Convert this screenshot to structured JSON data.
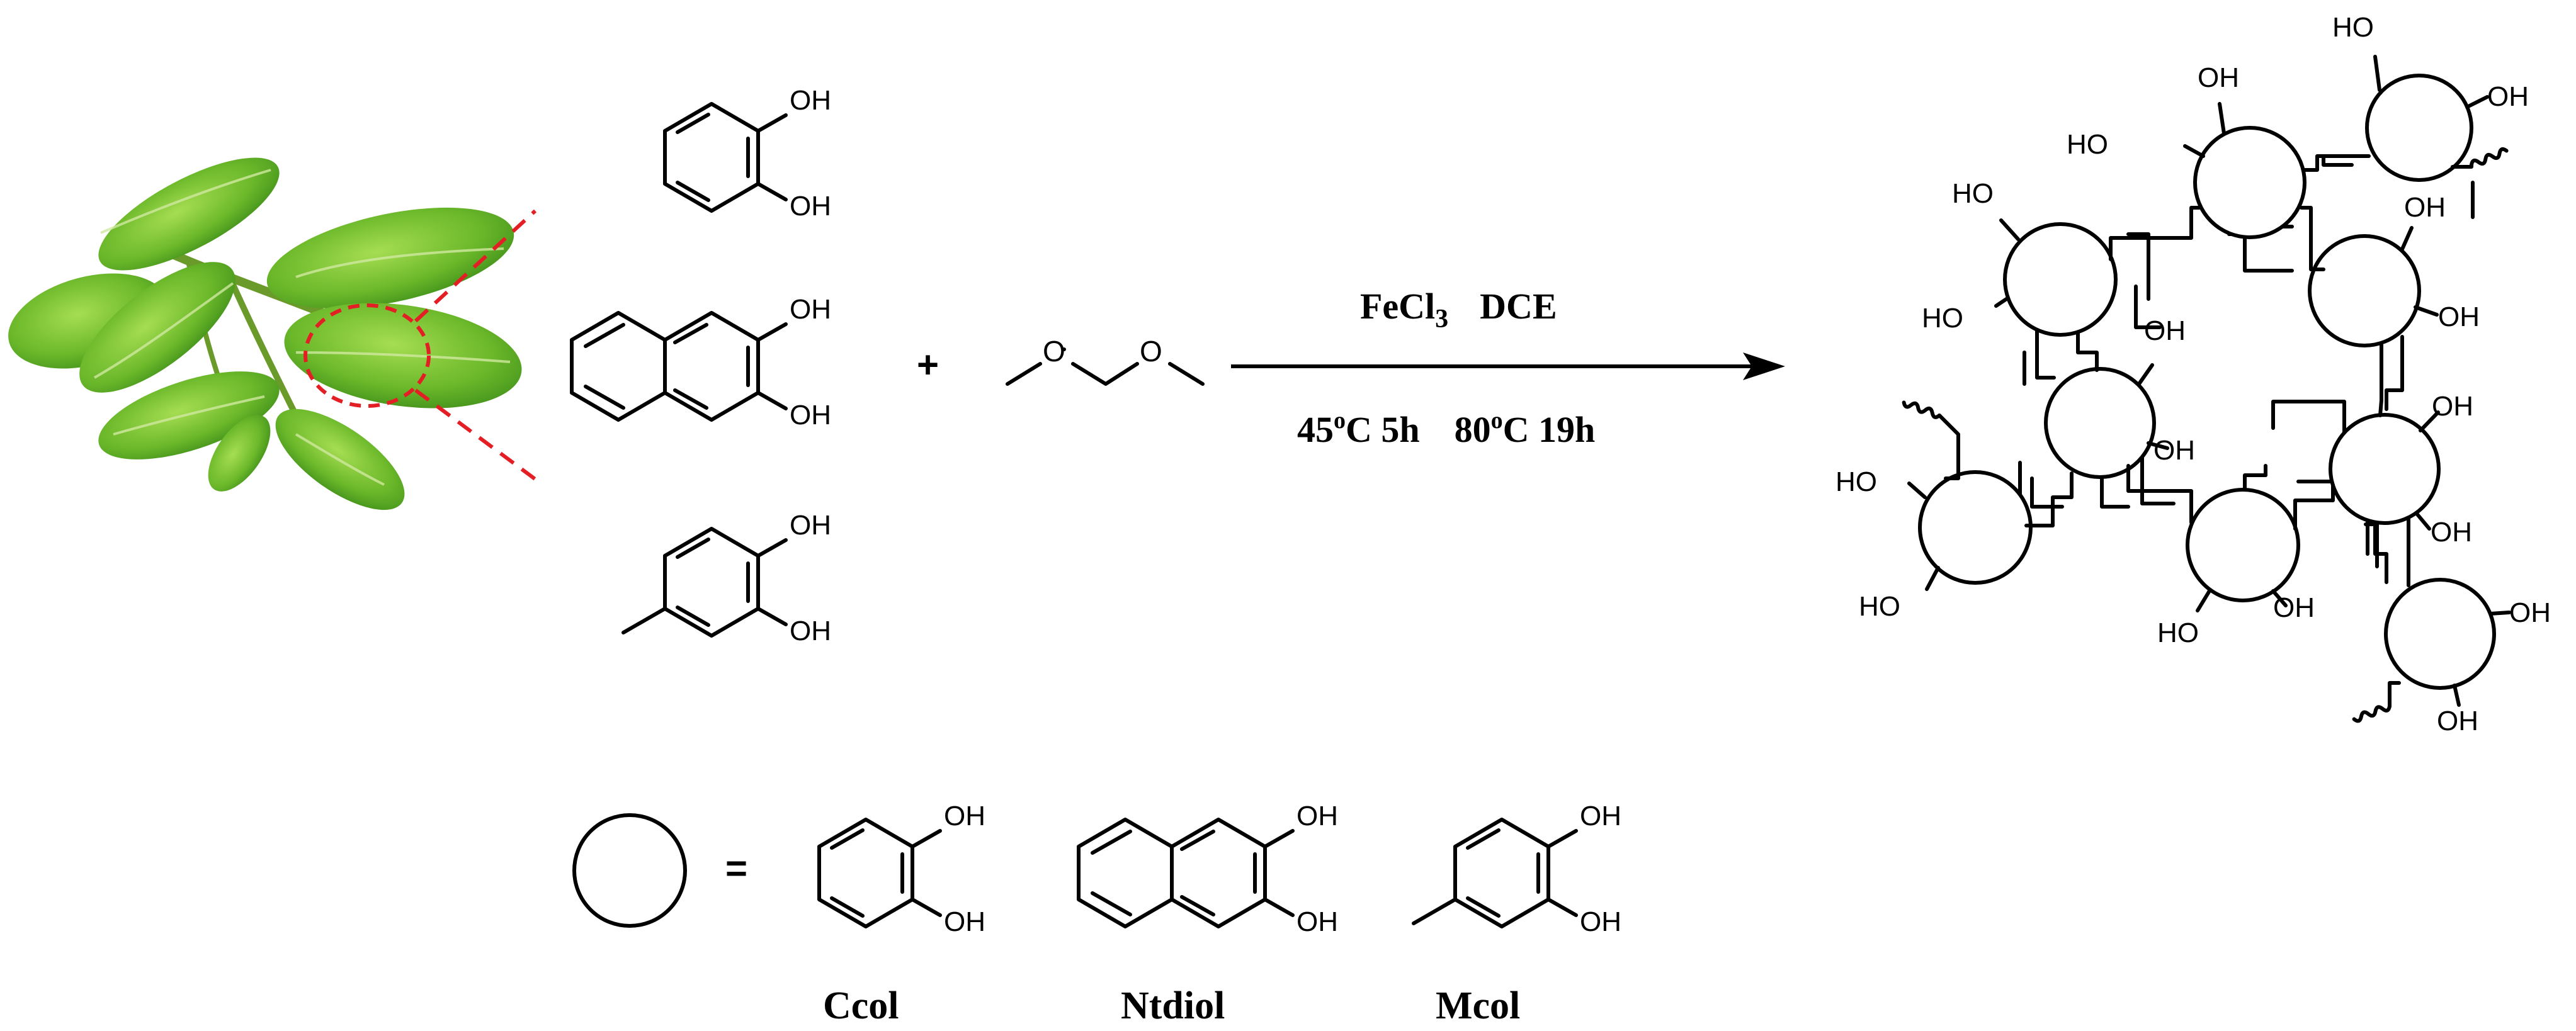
{
  "substituent": {
    "oh": "OH",
    "ho": "HO"
  },
  "reaction": {
    "plus": "+",
    "reagent_main": "FeCl",
    "reagent_sub": "3",
    "solvent": "DCE",
    "step1_temp": "45",
    "step1_deg": "o",
    "step1_rest": "C 5h",
    "step2_temp": "80",
    "step2_deg": "o",
    "step2_rest": "C 19h"
  },
  "legend": {
    "equals": "=",
    "compounds": [
      "Ccol",
      "Ntdiol",
      "Mcol"
    ]
  },
  "colors": {
    "stroke": "#000000",
    "leaf_light": "#8fd03c",
    "leaf_mid": "#5aa820",
    "leaf_dark": "#2f7512",
    "highlight": "#e31e24"
  },
  "icons": [
    "tea-leaf-image",
    "catechol-structure",
    "naphthalenediol-structure",
    "methylcatechol-structure",
    "dimethoxymethane-structure",
    "polymer-network-structure"
  ]
}
